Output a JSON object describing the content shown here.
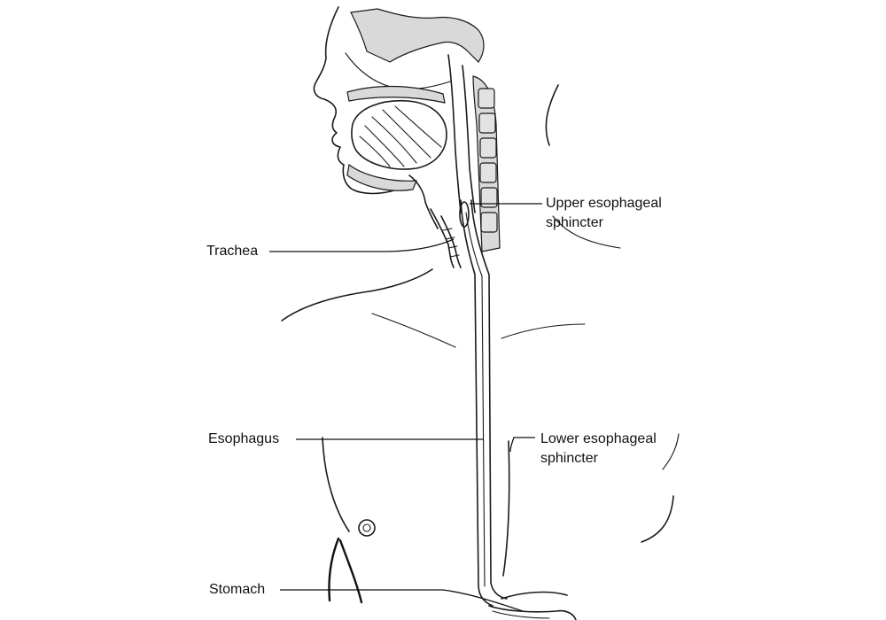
{
  "labels": {
    "trachea": "Trachea",
    "esophagus": "Esophagus",
    "stomach": "Stomach",
    "upper_sphincter_line1": "Upper esophageal",
    "upper_sphincter_line2": "sphincter",
    "lower_sphincter_line1": "Lower esophageal",
    "lower_sphincter_line2": "sphincter"
  },
  "colors": {
    "ink": "#1a1a1a",
    "bone_fill": "#d9d9d9",
    "background": "#ffffff"
  }
}
